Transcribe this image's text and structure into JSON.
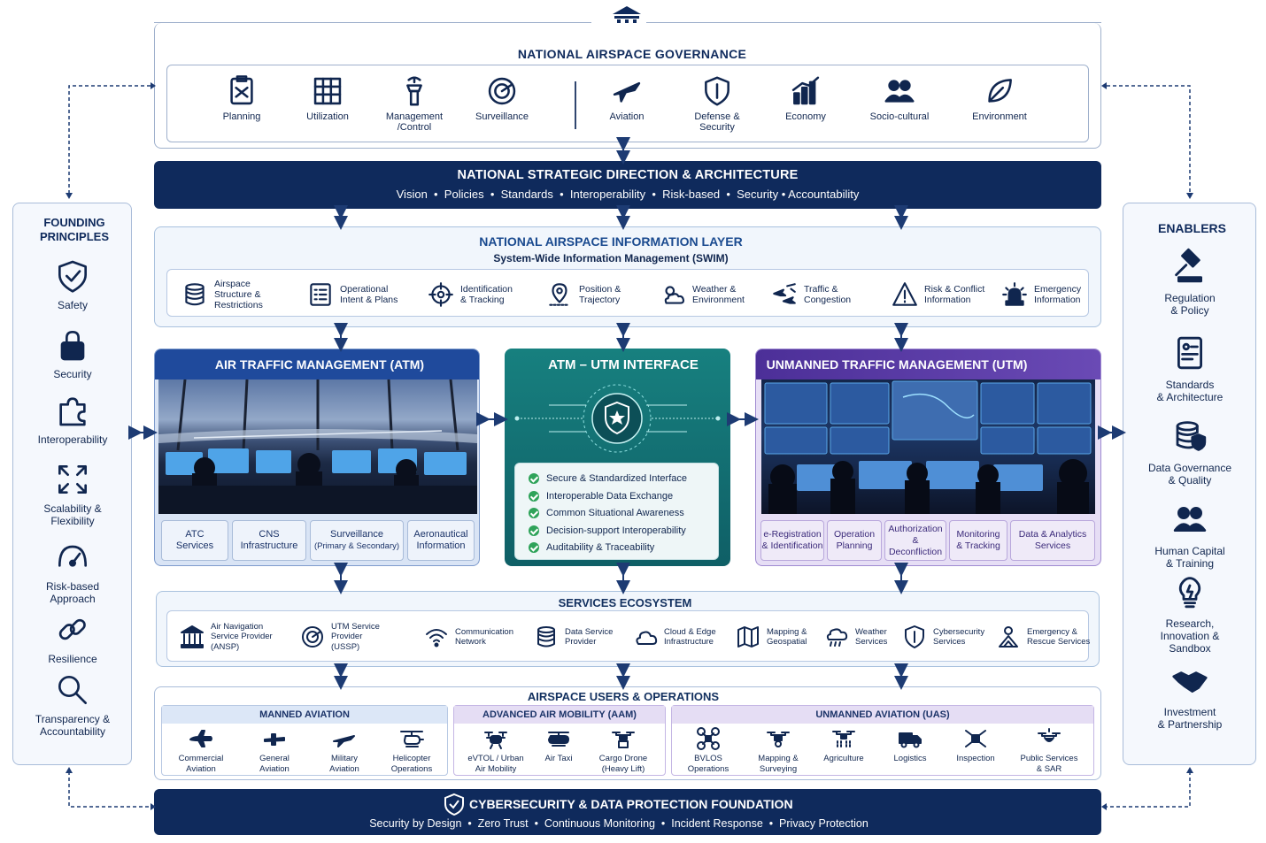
{
  "governance": {
    "title": "NATIONAL AIRSPACE GOVERNANCE",
    "items": [
      {
        "label_1": "Planning",
        "label_2": "",
        "icon": "clipboard-icon"
      },
      {
        "label_1": "Utilization",
        "label_2": "",
        "icon": "grid-icon"
      },
      {
        "label_1": "Management",
        "label_2": "/Control",
        "icon": "control-tower-icon"
      },
      {
        "label_1": "Surveillance",
        "label_2": "",
        "icon": "radar-icon"
      },
      {
        "label_1": "Aviation",
        "label_2": "",
        "icon": "airplane-icon"
      },
      {
        "label_1": "Defense &",
        "label_2": "Security",
        "icon": "shield-icon"
      },
      {
        "label_1": "Economy",
        "label_2": "",
        "icon": "bar-chart-icon"
      },
      {
        "label_1": "Socio-cultural",
        "label_2": "",
        "icon": "people-icon"
      },
      {
        "label_1": "Environment",
        "label_2": "",
        "icon": "leaf-icon"
      }
    ]
  },
  "strategic": {
    "title": "NATIONAL STRATEGIC DIRECTION & ARCHITECTURE",
    "subtitle": "Vision  •  Policies  •  Standards  •  Interoperability  •  Risk-based  •  Security • Accountability"
  },
  "info_layer": {
    "title": "NATIONAL AIRSPACE INFORMATION LAYER",
    "subtitle": "System-Wide Information Management (SWIM)",
    "items": [
      {
        "l1": "Airspace",
        "l2": "Structure &",
        "l3": "Restrictions",
        "icon": "database-icon"
      },
      {
        "l1": "Operational",
        "l2": "Intent & Plans",
        "l3": "",
        "icon": "checklist-icon"
      },
      {
        "l1": "Identification",
        "l2": "& Tracking",
        "l3": "",
        "icon": "crosshair-icon"
      },
      {
        "l1": "Position &",
        "l2": "Trajectory",
        "l3": "",
        "icon": "location-pin-icon"
      },
      {
        "l1": "Weather &",
        "l2": "Environment",
        "l3": "",
        "icon": "cloud-sun-icon"
      },
      {
        "l1": "Traffic &",
        "l2": "Congestion",
        "l3": "",
        "icon": "planes-icon"
      },
      {
        "l1": "Risk & Conflict",
        "l2": "Information",
        "l3": "",
        "icon": "warning-icon"
      },
      {
        "l1": "Emergency",
        "l2": "Information",
        "l3": "",
        "icon": "siren-icon"
      }
    ]
  },
  "founding": {
    "title_1": "FOUNDING",
    "title_2": "PRINCIPLES",
    "items": [
      {
        "l1": "Safety",
        "l2": "",
        "icon": "shield-check-icon"
      },
      {
        "l1": "Security",
        "l2": "",
        "icon": "lock-icon"
      },
      {
        "l1": "Interoperability",
        "l2": "",
        "icon": "puzzle-icon"
      },
      {
        "l1": "Scalability &",
        "l2": "Flexibility",
        "icon": "expand-icon"
      },
      {
        "l1": "Risk-based",
        "l2": "Approach",
        "icon": "gauge-icon"
      },
      {
        "l1": "Resilience",
        "l2": "",
        "icon": "link-icon"
      },
      {
        "l1": "Transparency &",
        "l2": "Accountability",
        "icon": "magnifier-icon"
      }
    ]
  },
  "enablers": {
    "title": "ENABLERS",
    "items": [
      {
        "l1": "Regulation",
        "l2": "& Policy",
        "l3": "",
        "icon": "gavel-icon"
      },
      {
        "l1": "Standards",
        "l2": "& Architecture",
        "l3": "",
        "icon": "document-icon"
      },
      {
        "l1": "Data Governance",
        "l2": "& Quality",
        "l3": "",
        "icon": "database-shield-icon"
      },
      {
        "l1": "Human Capital",
        "l2": "& Training",
        "l3": "",
        "icon": "people-icon"
      },
      {
        "l1": "Research,",
        "l2": "Innovation &",
        "l3": "Sandbox",
        "icon": "lightbulb-icon"
      },
      {
        "l1": "Investment",
        "l2": "& Partnership",
        "l3": "",
        "icon": "handshake-icon"
      }
    ]
  },
  "atm": {
    "title": "AIR TRAFFIC MANAGEMENT (ATM)",
    "chips": [
      {
        "l1": "ATC",
        "l2": "Services"
      },
      {
        "l1": "CNS",
        "l2": "Infrastructure"
      },
      {
        "l1": "Surveillance",
        "l2": "(Primary & Secondary)"
      },
      {
        "l1": "Aeronautical",
        "l2": "Information"
      }
    ]
  },
  "interface": {
    "title": "ATM – UTM INTERFACE",
    "items": [
      "Secure & Standardized Interface",
      "Interoperable Data Exchange",
      "Common Situational Awareness",
      "Decision-support  Interoperability",
      "Auditability & Traceability"
    ]
  },
  "utm": {
    "title": "UNMANNED TRAFFIC MANAGEMENT (UTM)",
    "chips": [
      {
        "l1": "e-Registration",
        "l2": "& Identification"
      },
      {
        "l1": "Operation",
        "l2": "Planning"
      },
      {
        "l1": "Authorization",
        "l2": "& Deconfliction"
      },
      {
        "l1": "Monitoring",
        "l2": "& Tracking"
      },
      {
        "l1": "Data & Analytics",
        "l2": "Services"
      }
    ]
  },
  "services": {
    "title": "SERVICES ECOSYSTEM",
    "items": [
      {
        "l1": "Air Navigation",
        "l2": "Service Provider",
        "l3": "(ANSP)",
        "icon": "institution-icon"
      },
      {
        "l1": "UTM Service",
        "l2": "Provider",
        "l3": "(USSP)",
        "icon": "radar-icon"
      },
      {
        "l1": "Communication",
        "l2": "Network",
        "l3": "",
        "icon": "wifi-icon"
      },
      {
        "l1": "Data Service",
        "l2": "Provider",
        "l3": "",
        "icon": "database-icon"
      },
      {
        "l1": "Cloud & Edge",
        "l2": "Infrastructure",
        "l3": "",
        "icon": "cloud-icon"
      },
      {
        "l1": "Mapping &",
        "l2": "Geospatial",
        "l3": "",
        "icon": "map-icon"
      },
      {
        "l1": "Weather",
        "l2": "Services",
        "l3": "",
        "icon": "weather-icon"
      },
      {
        "l1": "Cybersecurity",
        "l2": "Services",
        "l3": "",
        "icon": "shield-icon"
      },
      {
        "l1": "Emergency &",
        "l2": "Rescue Services",
        "l3": "",
        "icon": "rescue-icon"
      }
    ]
  },
  "users": {
    "title": "AIRSPACE USERS & OPERATIONS",
    "groups": [
      {
        "title": "MANNED AVIATION",
        "items": [
          {
            "l1": "Commercial",
            "l2": "Aviation",
            "icon": "airliner-icon"
          },
          {
            "l1": "General",
            "l2": "Aviation",
            "icon": "small-plane-icon"
          },
          {
            "l1": "Military",
            "l2": "Aviation",
            "icon": "fighter-jet-icon"
          },
          {
            "l1": "Helicopter",
            "l2": "Operations",
            "icon": "helicopter-icon"
          }
        ]
      },
      {
        "title": "ADVANCED AIR MOBILITY (AAM)",
        "items": [
          {
            "l1": "eVTOL / Urban",
            "l2": "Air Mobility",
            "icon": "evtol-icon"
          },
          {
            "l1": "Air Taxi",
            "l2": "",
            "icon": "air-taxi-icon"
          },
          {
            "l1": "Cargo Drone",
            "l2": "(Heavy Lift)",
            "icon": "cargo-drone-icon"
          }
        ]
      },
      {
        "title": "UNMANNED AVIATION (UAS)",
        "items": [
          {
            "l1": "BVLOS",
            "l2": "Operations",
            "icon": "drone-icon"
          },
          {
            "l1": "Mapping &",
            "l2": "Surveying",
            "icon": "camera-drone-icon"
          },
          {
            "l1": "Agriculture",
            "l2": "",
            "icon": "spray-drone-icon"
          },
          {
            "l1": "Logistics",
            "l2": "",
            "icon": "truck-icon"
          },
          {
            "l1": "Inspection",
            "l2": "",
            "icon": "inspection-drone-icon"
          },
          {
            "l1": "Public Services",
            "l2": "& SAR",
            "icon": "public-drone-icon"
          }
        ]
      }
    ]
  },
  "cyber": {
    "title": "CYBERSECURITY & DATA PROTECTION FOUNDATION",
    "subtitle": "Security by Design  •  Zero Trust  •  Continuous Monitoring  •  Incident Response  •  Privacy Protection"
  },
  "colors": {
    "navy": "#0f2a5c",
    "teal": "#13777a",
    "purple": "#5b3fa6",
    "atm_blue": "#1f4a9c",
    "green_check": "#2fa35a"
  }
}
